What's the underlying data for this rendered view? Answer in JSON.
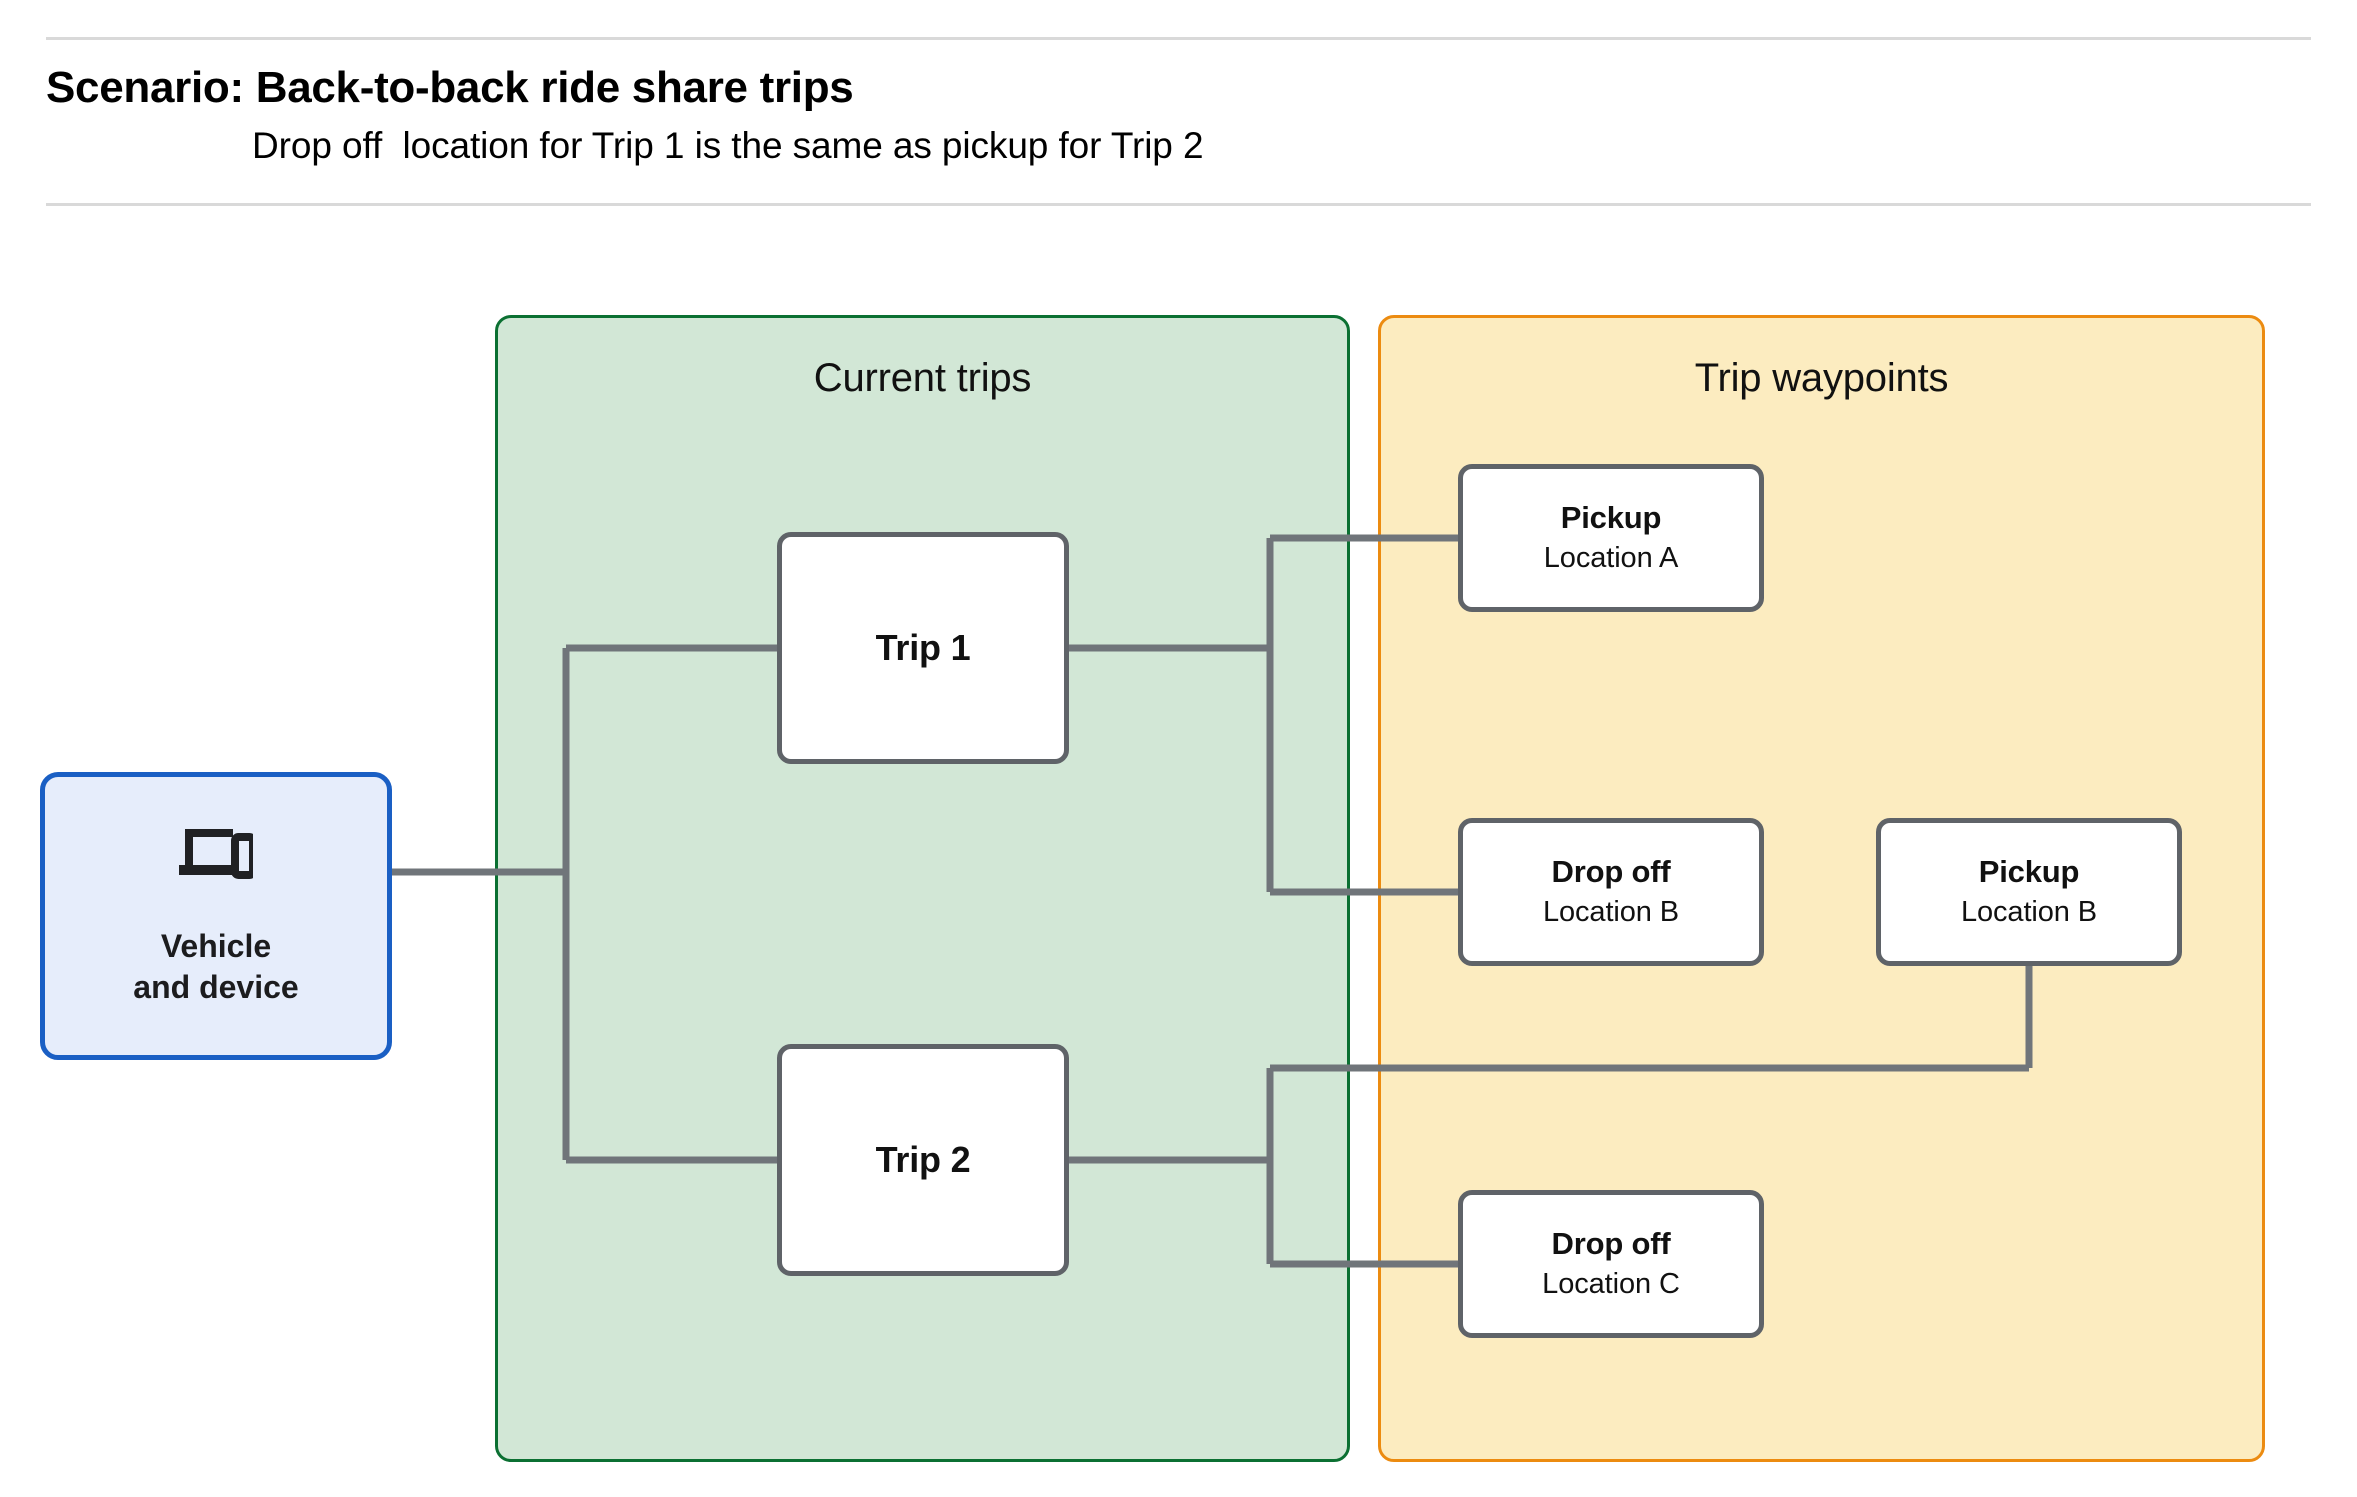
{
  "header": {
    "title": "Scenario: Back-to-back ride share trips",
    "subtitle": "Drop off  location for Trip 1 is the same as pickup for Trip 2"
  },
  "diagram": {
    "type": "flow-diagram",
    "groups": [
      {
        "id": "current-trips",
        "title": "Current trips",
        "fill": "#d2e7d6",
        "border": "#0b7032"
      },
      {
        "id": "trip-waypoints",
        "title": "Trip waypoints",
        "fill": "#fcecc0",
        "border": "#ec8b10"
      }
    ],
    "nodes": {
      "vehicle": {
        "label": "Vehicle\nand device",
        "icon": "devices-icon",
        "fill": "#e6edfb",
        "border": "#1a5fc4"
      },
      "trip_1": {
        "label": "Trip 1"
      },
      "trip_2": {
        "label": "Trip 2"
      },
      "pickup_a": {
        "title": "Pickup",
        "location": "Location A"
      },
      "dropoff_b": {
        "title": "Drop off",
        "location": "Location B"
      },
      "pickup_b": {
        "title": "Pickup",
        "location": "Location B"
      },
      "dropoff_c": {
        "title": "Drop off",
        "location": "Location C"
      }
    },
    "edges": [
      {
        "from": "vehicle",
        "to": "trip_1"
      },
      {
        "from": "vehicle",
        "to": "trip_2"
      },
      {
        "from": "trip_1",
        "to": "pickup_a"
      },
      {
        "from": "trip_1",
        "to": "dropoff_b"
      },
      {
        "from": "trip_2",
        "to": "pickup_b"
      },
      {
        "from": "trip_2",
        "to": "dropoff_c"
      }
    ],
    "connector_color": "#70757a"
  }
}
